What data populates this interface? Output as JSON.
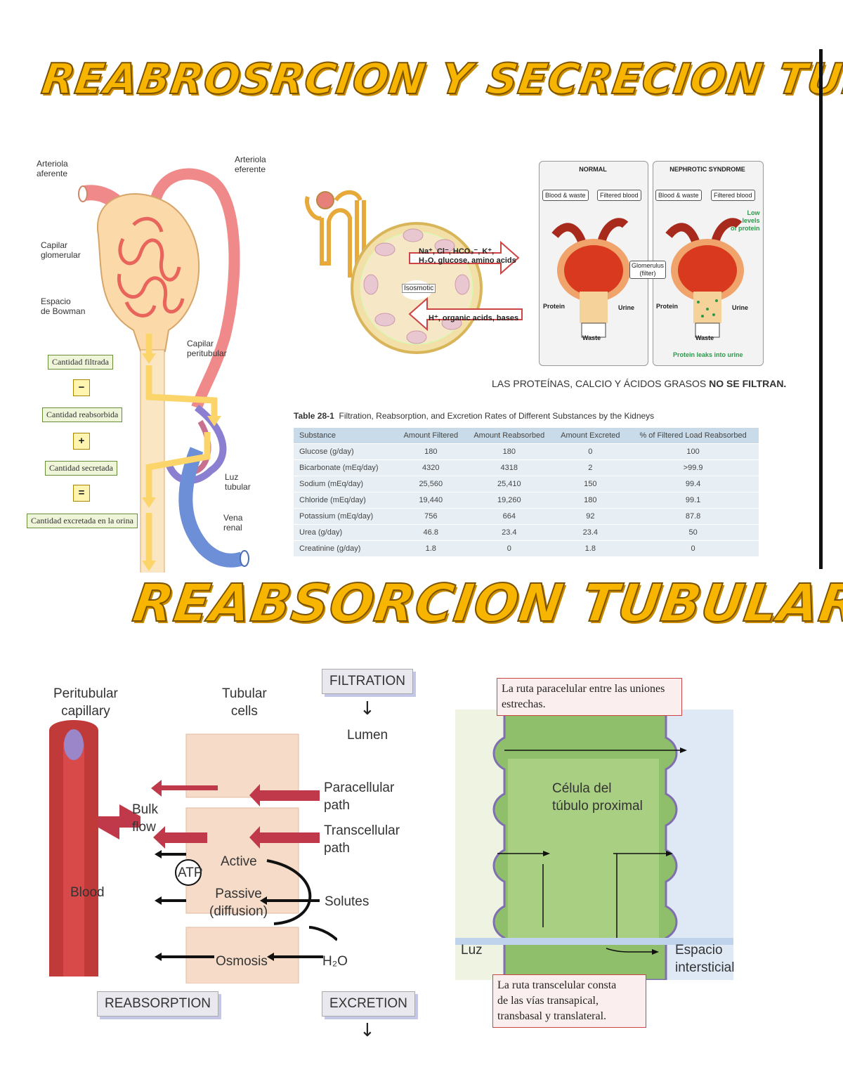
{
  "titles": {
    "top": "REABROSRCION Y SECRECION TUBULAR",
    "bottom": "REABSORCION TUBULAR"
  },
  "nephron": {
    "arteriola_aferente": "Arteriola\naferente",
    "arteriola_eferente": "Arteriola\neferente",
    "capilar_glomerular": "Capilar\nglomerular",
    "espacio_bowman": "Espacio\nde Bowman",
    "capilar_peritubular": "Capilar\nperitubular",
    "luz_tubular": "Luz\ntubular",
    "vena_renal": "Vena\nrenal",
    "boxes": {
      "filtrada": "Cantidad filtrada",
      "reabsorbida": "Cantidad reabsorbida",
      "secretada": "Cantidad secretada",
      "excretada": "Cantidad excretada en la orina"
    },
    "ops": {
      "minus": "−",
      "plus": "+",
      "equals": "="
    }
  },
  "tubule": {
    "reabsorbed": "Na⁺, Cl⁻, HCO₃⁻, K⁺,\nH₂O, glucose, amino acids",
    "isosmotic": "Isosmotic",
    "secreted": "H⁺, organic acids, bases"
  },
  "nephrotic": {
    "normal_title": "NORMAL",
    "syndrome_title": "NEPHROTIC SYNDROME",
    "blood_waste": "Blood & waste",
    "filtered_blood": "Filtered blood",
    "low_protein": "Low\nlevels\nof protein",
    "glomerulus": "Glomerulus\n(filter)",
    "protein": "Protein",
    "urine": "Urine",
    "waste": "Waste",
    "protein_leaks": "Protein leaks into urine"
  },
  "caption": {
    "text": "LAS PROTEÍNAS, CALCIO Y ÁCIDOS GRASOS ",
    "bold": "NO SE FILTRAN."
  },
  "table": {
    "label": "Table 28-1",
    "caption": "Filtration, Reabsorption, and Excretion Rates of Different Substances by the Kidneys",
    "headers": [
      "Substance",
      "Amount Filtered",
      "Amount Reabsorbed",
      "Amount Excreted",
      "% of Filtered Load Reabsorbed"
    ],
    "rows": [
      [
        "Glucose (g/day)",
        "180",
        "180",
        "0",
        "100"
      ],
      [
        "Bicarbonate (mEq/day)",
        "4320",
        "4318",
        "2",
        ">99.9"
      ],
      [
        "Sodium (mEq/day)",
        "25,560",
        "25,410",
        "150",
        "99.4"
      ],
      [
        "Chloride (mEq/day)",
        "19,440",
        "19,260",
        "180",
        "99.1"
      ],
      [
        "Potassium (mEq/day)",
        "756",
        "664",
        "92",
        "87.8"
      ],
      [
        "Urea (g/day)",
        "46.8",
        "23.4",
        "23.4",
        "50"
      ],
      [
        "Creatinine (g/day)",
        "1.8",
        "0",
        "1.8",
        "0"
      ]
    ]
  },
  "reabsorption": {
    "peritubular": "Peritubular\ncapillary",
    "tubular_cells": "Tubular\ncells",
    "filtration": "FILTRATION",
    "lumen": "Lumen",
    "paracellular": "Paracellular\npath",
    "transcellular": "Transcellular\npath",
    "bulk_flow": "Bulk\nflow",
    "blood": "Blood",
    "active": "Active",
    "atp": "ATP",
    "passive": "Passive\n(diffusion)",
    "solutes": "Solutes",
    "osmosis": "Osmosis",
    "h2o": "H₂O",
    "reabsorption": "REABSORPTION",
    "excretion": "EXCRETION"
  },
  "proximal": {
    "paracellular_note": "La ruta paracelular entre las uniones\nestrechas.",
    "cell_label": "Célula del\ntúbulo proximal",
    "luz": "Luz",
    "espacio": "Espacio\nintersticial",
    "transcellular_note": "La ruta transcelular consta\nde las vías transapical,\ntransbasal y translateral."
  }
}
